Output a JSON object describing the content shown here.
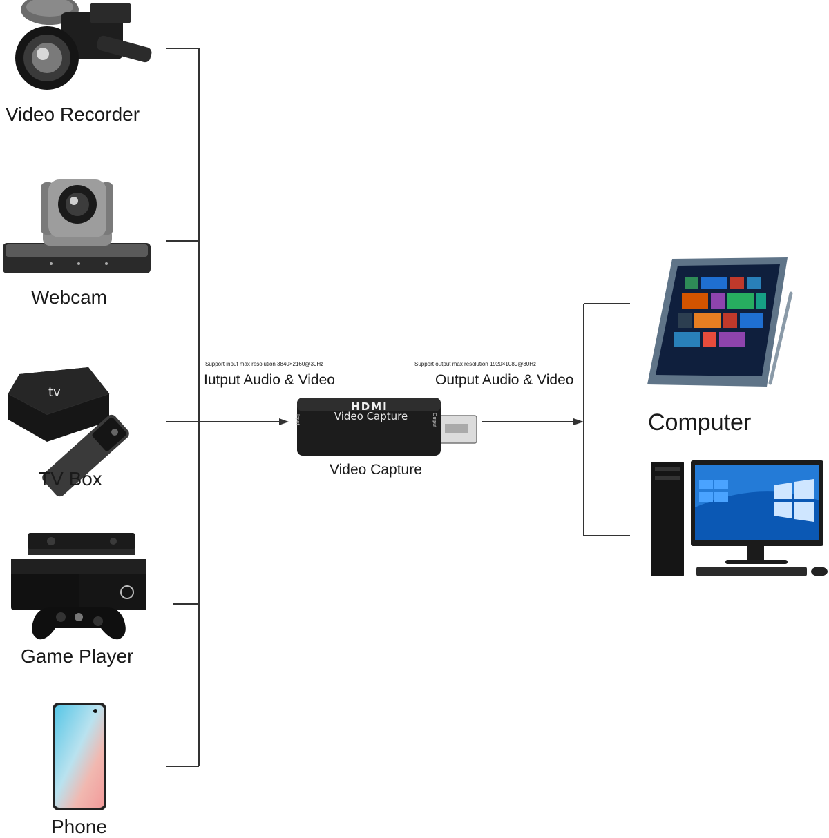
{
  "sources": [
    {
      "label": "Video Recorder",
      "icon": "video-recorder-icon"
    },
    {
      "label": "Webcam",
      "icon": "webcam-icon"
    },
    {
      "label": "TV Box",
      "icon": "tv-box-icon"
    },
    {
      "label": "Game Player",
      "icon": "game-console-icon"
    },
    {
      "label": "Phone",
      "icon": "phone-icon"
    }
  ],
  "device": {
    "name": "Video Capture",
    "brand": "HDMI",
    "product_text": "Video Capture",
    "port_in": "Input",
    "port_out": "Output"
  },
  "input_side": {
    "note": "Support input max resolution 3840×2160@30Hz",
    "title": "Iutput Audio & Video"
  },
  "output_side": {
    "note": "Support output max resolution 1920×1080@30Hz",
    "title": "Output Audio & Video"
  },
  "target": {
    "label": "Computer",
    "icons": [
      "tablet-icon",
      "desktop-pc-icon"
    ]
  },
  "colors": {
    "line": "#333333",
    "device_body": "#1c1c1c",
    "win_tile_blue": "#1f6fd1"
  }
}
